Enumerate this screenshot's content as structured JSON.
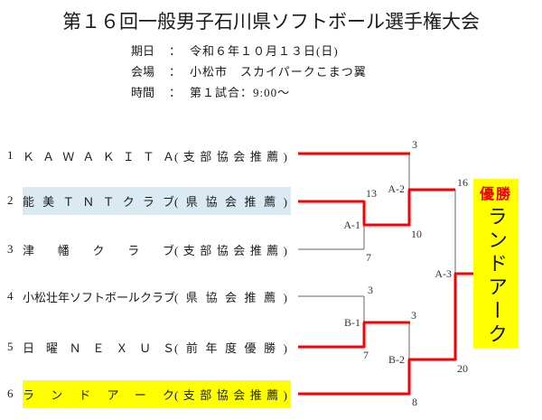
{
  "title": "第１６回一般男子石川県ソフトボール選手権大会",
  "info": {
    "rows": [
      {
        "label": "期日",
        "colon": "：",
        "value": "令和６年１０月１３日(日)"
      },
      {
        "label": "会場",
        "colon": "：",
        "value": "小松市　スカイパークこまつ翼"
      },
      {
        "label": "時間",
        "colon": "：",
        "value": "第１試合：9:00～"
      }
    ]
  },
  "teams": [
    {
      "seed": "1",
      "name": "ＫＡＷＡＫＩＴＡ",
      "affiliation": "(支部協会推薦)",
      "highlight": "none"
    },
    {
      "seed": "2",
      "name": "能美ＴＮＴクラブ",
      "affiliation": "(県協会推薦)",
      "highlight": "blue"
    },
    {
      "seed": "3",
      "name": "津幡クラブ",
      "affiliation": "(支部協会推薦)",
      "highlight": "none"
    },
    {
      "seed": "4",
      "name": "小松壮年ソフトボールクラブ",
      "affiliation": "(県協会推薦)",
      "highlight": "none"
    },
    {
      "seed": "5",
      "name": "日曜ＮＥＸＵＳ",
      "affiliation": "(前年度優勝)",
      "highlight": "none"
    },
    {
      "seed": "6",
      "name": "ランドアーク",
      "affiliation": "(支部協会推薦)",
      "highlight": "yellow"
    }
  ],
  "matches": {
    "a1": {
      "label": "A-1",
      "top_score": "13",
      "bottom_score": "7"
    },
    "a2": {
      "label": "A-2",
      "top_score": "3",
      "bottom_score": "10"
    },
    "a3": {
      "label": "A-3",
      "top_score": "16",
      "bottom_score": "20"
    },
    "b1": {
      "label": "B-1",
      "top_score": "3",
      "bottom_score": "7"
    },
    "b2": {
      "label": "B-2",
      "top_score": "3",
      "bottom_score": "8"
    }
  },
  "champion": {
    "title": "優勝",
    "team": "ランドアーク"
  },
  "colors": {
    "winner_path_red": "#ff0000",
    "bracket_line_gray": "#666666",
    "highlight_blue": "#d9eaf2",
    "highlight_yellow": "#ffff00",
    "champion_title_red": "#e80000"
  }
}
